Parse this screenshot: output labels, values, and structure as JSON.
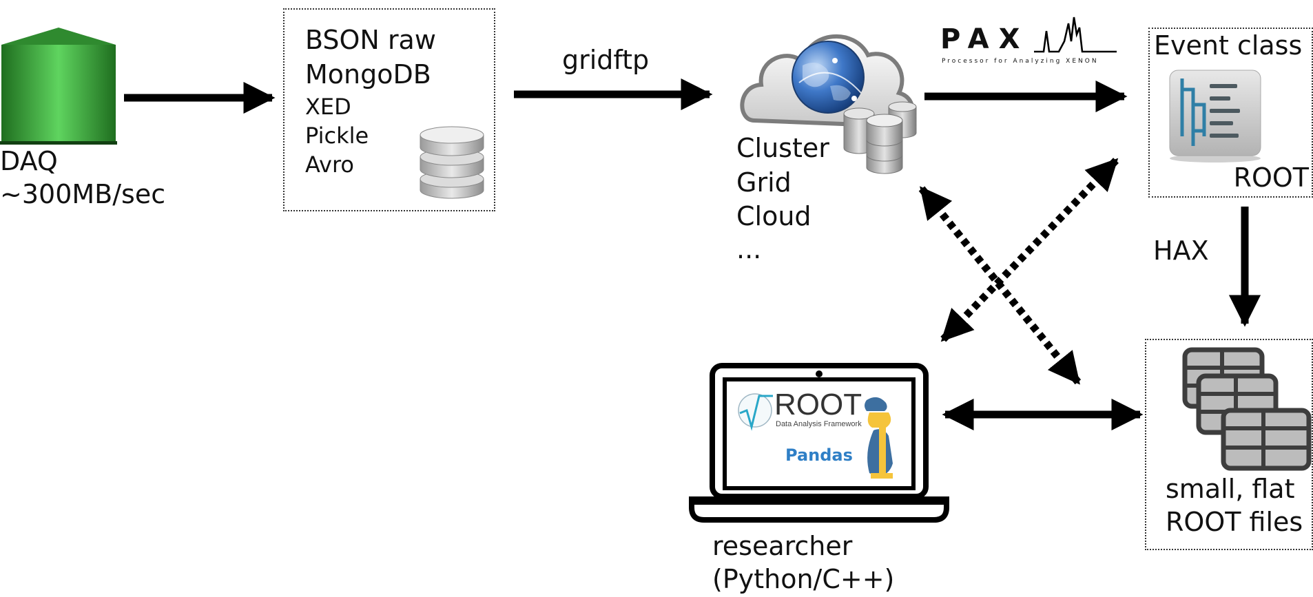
{
  "daq": {
    "label": "DAQ",
    "rate": "~300MB/sec"
  },
  "storage": {
    "formats": [
      "BSON raw",
      "MongoDB",
      "XED",
      "Pickle",
      "Avro"
    ]
  },
  "transfer": {
    "label": "gridftp"
  },
  "compute": {
    "locations": [
      "Cluster",
      "Grid",
      "Cloud",
      "..."
    ]
  },
  "pax": {
    "name": "PAX",
    "tagline": "Processor for Analyzing XENON"
  },
  "event_class": {
    "title": "Event class",
    "format": "ROOT"
  },
  "hax": {
    "label": "HAX"
  },
  "flat_files": {
    "line1": "small, flat",
    "line2": "ROOT files"
  },
  "researcher": {
    "line1": "researcher",
    "line2": "(Python/C++)"
  },
  "laptop_screen": {
    "root_logo": "ROOT",
    "root_sub": "Data Analysis Framework",
    "pandas": "Pandas"
  },
  "colors": {
    "tank_green": "#3fae3f",
    "arrow": "#000000",
    "globe_blue": "#2a63b5",
    "pandas_blue": "#2f7fc6",
    "python_yellow": "#f5c43b"
  }
}
